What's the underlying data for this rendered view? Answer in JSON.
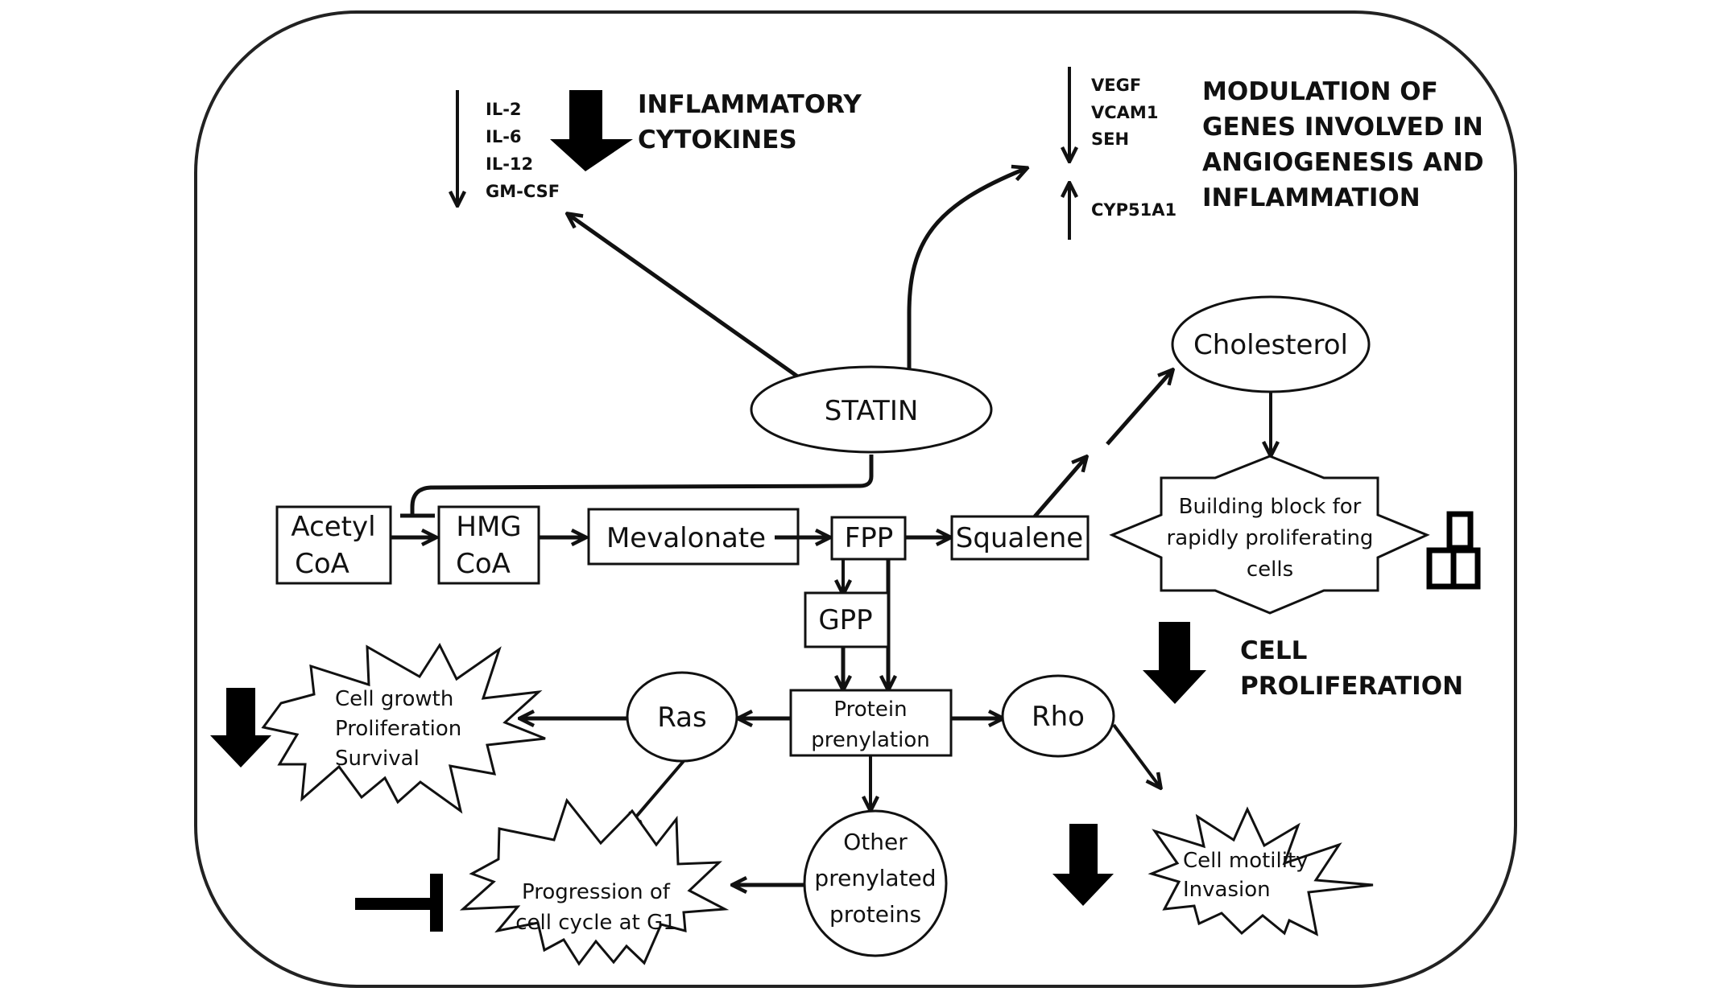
{
  "title": "Statin effects on the mevalonate pathway",
  "cytokines": {
    "direction": "down",
    "items": [
      "IL-2",
      "IL-6",
      "IL-12",
      "GM-CSF"
    ],
    "heading": [
      "INFLAMMATORY",
      "CYTOKINES"
    ]
  },
  "genes": {
    "down_items": [
      "VEGF",
      "VCAM1",
      "SEH"
    ],
    "up_items": [
      "CYP51A1"
    ],
    "heading": [
      "MODULATION OF",
      "GENES INVOLVED IN",
      "ANGIOGENESIS AND",
      "INFLAMMATION"
    ]
  },
  "nodes": {
    "statin": "STATIN",
    "acetyl_coa": [
      "Acetyl",
      "CoA"
    ],
    "hmg_coa": [
      "HMG",
      "CoA"
    ],
    "mevalonate": "Mevalonate",
    "fpp": "FPP",
    "gpp": "GPP",
    "squalene": "Squalene",
    "cholesterol": "Cholesterol",
    "building_block": [
      "Building block for",
      "rapidly proliferating",
      "cells"
    ],
    "protein_prenylation": [
      "Protein",
      "prenylation"
    ],
    "ras": "Ras",
    "rho": "Rho",
    "other_prenylated": [
      "Other",
      "prenylated",
      "proteins"
    ],
    "cell_growth": [
      "Cell growth",
      "Proliferation",
      "Survival"
    ],
    "cell_cycle": [
      "Progression of",
      "cell cycle at G1"
    ],
    "cell_motility": [
      "Cell motility",
      "Invasion"
    ]
  },
  "cell_proliferation": {
    "direction": "down",
    "heading": [
      "CELL",
      "PROLIFERATION"
    ]
  },
  "effects": {
    "cell_growth": "decreased",
    "cell_motility": "decreased",
    "cell_cycle": "inhibited"
  },
  "icons": {
    "building_blocks": "stacked-blocks-icon",
    "down_arrow": "thick-down-arrow-icon",
    "inhibition": "inhibition-bar-icon"
  },
  "colors": {
    "stroke": "#111111",
    "background": "#ffffff"
  }
}
